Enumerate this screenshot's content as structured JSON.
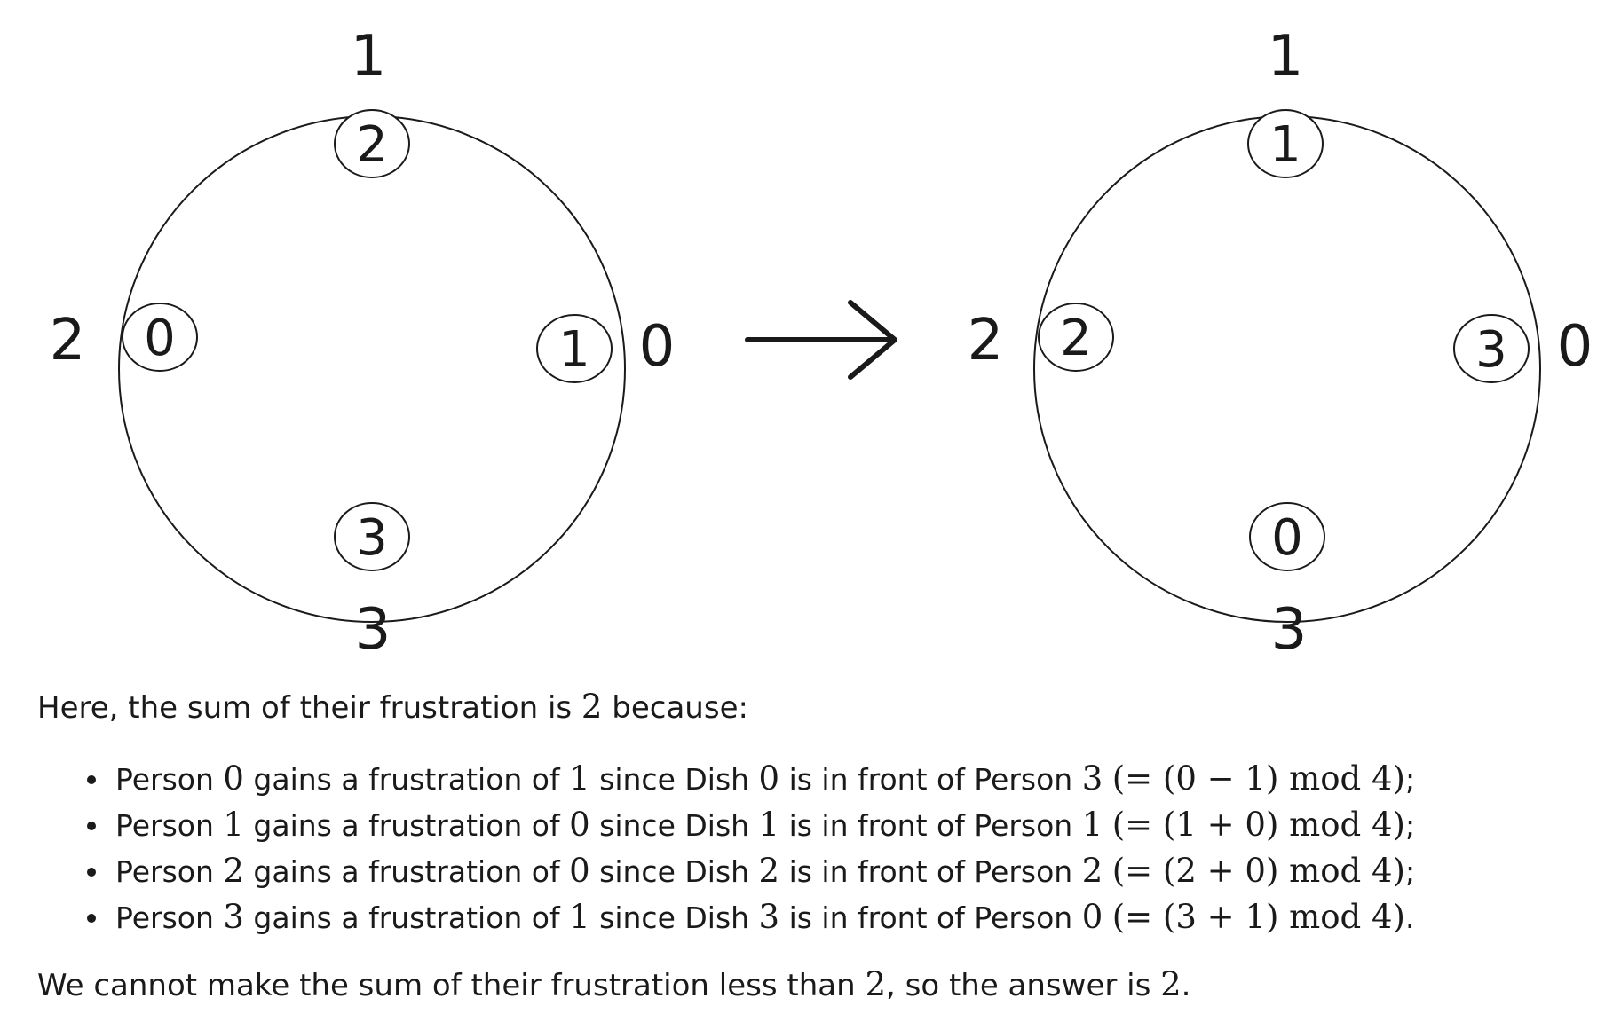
{
  "diagram": {
    "before": {
      "seat_labels": {
        "top": "1",
        "left": "2",
        "right": "0",
        "bottom": "3"
      },
      "dishes": {
        "top": "2",
        "left": "0",
        "right": "1",
        "bottom": "3"
      }
    },
    "arrow": "→",
    "after": {
      "seat_labels": {
        "top": "1",
        "left": "2",
        "right": "0",
        "bottom": "3"
      },
      "dishes": {
        "top": "1",
        "left": "2",
        "right": "3",
        "bottom": "0"
      }
    }
  },
  "explanation": {
    "intro": {
      "before": "Here, the sum of their frustration is ",
      "value": "2",
      "after": " because:"
    },
    "bullets": [
      {
        "person": "0",
        "frustration": "1",
        "dish": "0",
        "front_person": "3",
        "formula": "(= (0 − 1) mod 4)",
        "end": ";"
      },
      {
        "person": "1",
        "frustration": "0",
        "dish": "1",
        "front_person": "1",
        "formula": "(= (1 + 0) mod 4)",
        "end": ";"
      },
      {
        "person": "2",
        "frustration": "0",
        "dish": "2",
        "front_person": "2",
        "formula": "(= (2 + 0) mod 4)",
        "end": ";"
      },
      {
        "person": "3",
        "frustration": "1",
        "dish": "3",
        "front_person": "0",
        "formula": "(= (3 + 1) mod 4)",
        "end": "."
      }
    ],
    "text_parts": {
      "person": "Person ",
      "gains": " gains a frustration of ",
      "since": " since Dish ",
      "front": " is in front of Person "
    },
    "conclusion": {
      "before": "We cannot make the sum of their frustration less than ",
      "value1": "2",
      "middle": ", so the answer is ",
      "value2": "2",
      "after": "."
    }
  }
}
